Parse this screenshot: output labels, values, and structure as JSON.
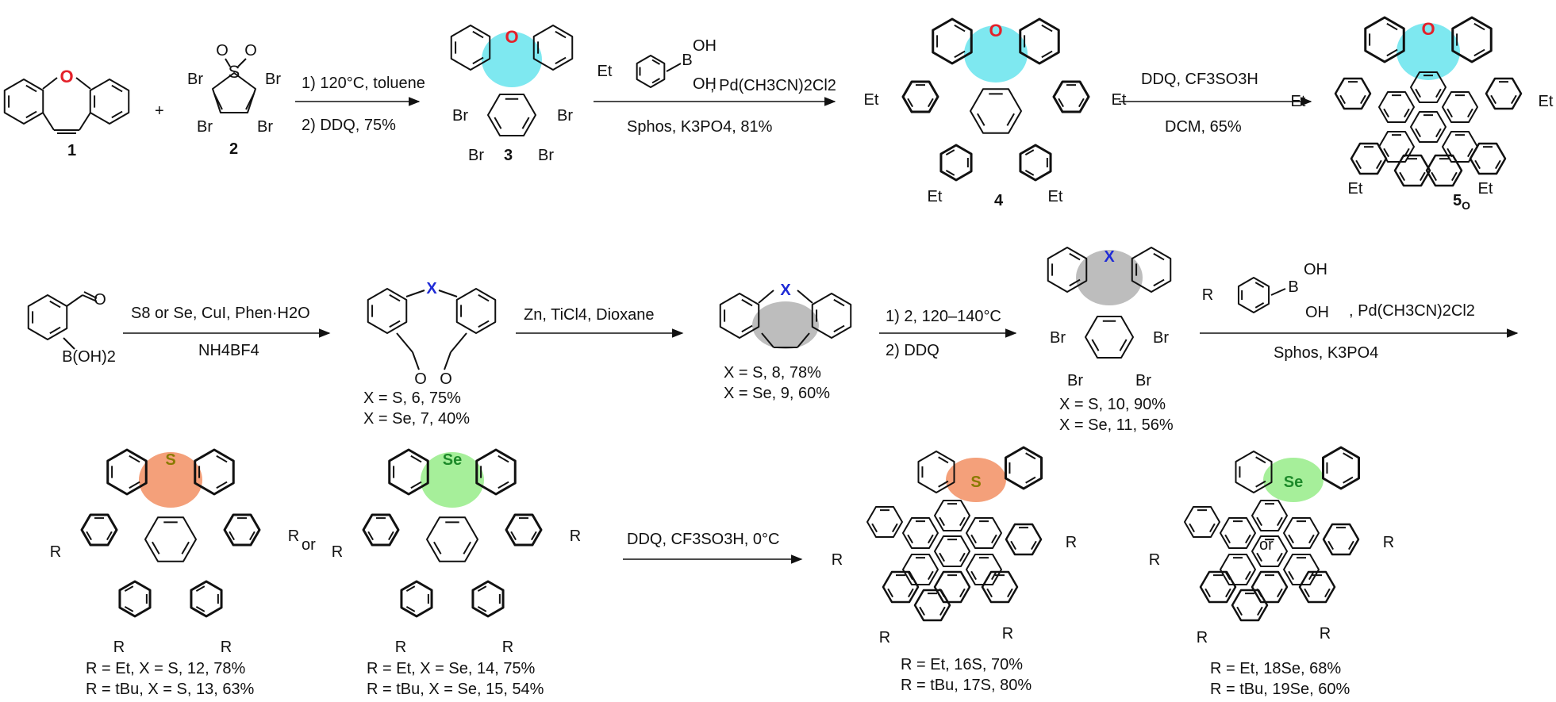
{
  "colors": {
    "oxygen": "#e4212a",
    "sulfur": "#8a7a00",
    "selenium": "#1d8a2a",
    "x_atom": "#1f2bd6",
    "cyan_fill": "#7ee8f0",
    "orange_fill": "#f4a07a",
    "green_fill": "#a6ef9a",
    "gray_fill": "#bdbdbd"
  },
  "atoms": {
    "O": "O",
    "S": "S",
    "Se": "Se",
    "X": "X",
    "Br": "Br",
    "Et": "Et",
    "R": "R",
    "OH": "OH",
    "B": "B"
  },
  "compounds": {
    "c1": "1",
    "c2": "2",
    "c3": "3",
    "c4": "4",
    "c5": "5",
    "c5_sub": "O",
    "plus": "+"
  },
  "row1_conditions": {
    "step1_line1": "1) 120°C, toluene",
    "step1_line2": "2) DDQ, 75%",
    "boronic_et": "Et",
    "step2_catalyst": ", Pd(CH3CN)2Cl2",
    "step2_below": "Sphos, K3PO4, 81%",
    "step3_above": "DDQ, CF3SO3H",
    "step3_below": "DCM, 65%"
  },
  "row2_conditions": {
    "start_boronic": "B(OH)2",
    "step1_above": "S8 or Se, CuI, Phen·H2O",
    "step1_below": "NH4BF4",
    "step2_above": "Zn, TiCl4, Dioxane",
    "step3_line1": "1) 2, 120–140°C",
    "step3_line2": "2) DDQ",
    "step4_catalyst": ", Pd(CH3CN)2Cl2",
    "step4_below": "Sphos, K3PO4"
  },
  "row2_yields": {
    "c6": "X = S, 6, 75%",
    "c7": "X = Se, 7, 40%",
    "c8": "X = S, 8, 78%",
    "c9": "X = Se, 9, 60%",
    "c10": "X = S, 10, 90%",
    "c11": "X = Se, 11, 56%"
  },
  "row3_conditions": {
    "step_above": "DDQ, CF3SO3H, 0°C",
    "or": "or"
  },
  "row3_yields": {
    "c12": "R = Et, X = S, 12, 78%",
    "c13": "R = tBu, X = S, 13, 63%",
    "c14": "R = Et, X = Se, 14, 75%",
    "c15": "R = tBu, X = Se, 15, 54%",
    "c16": "R = Et, 16S, 70%",
    "c17": "R = tBu, 17S, 80%",
    "c18": "R = Et, 18Se, 68%",
    "c19": "R = tBu, 19Se, 60%"
  }
}
